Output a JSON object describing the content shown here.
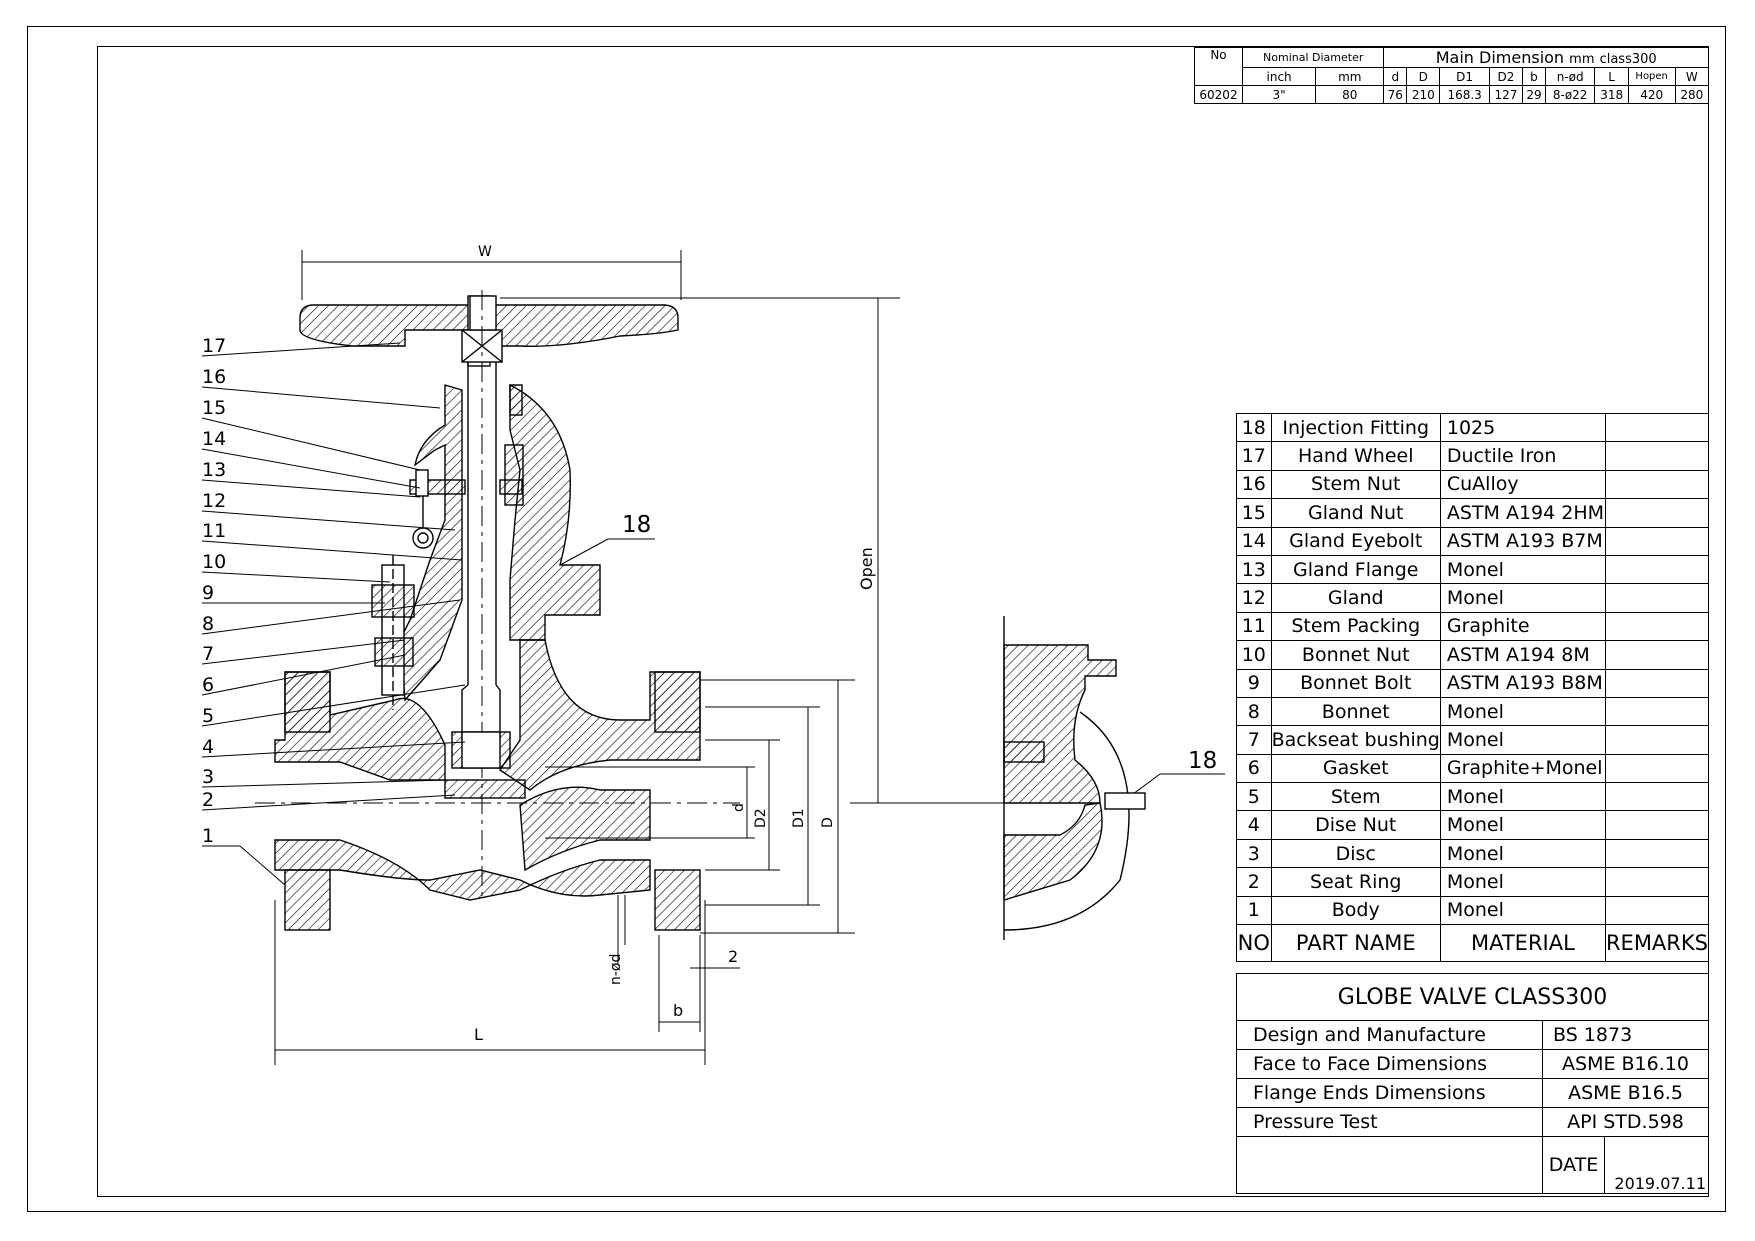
{
  "dimension_table": {
    "headers": {
      "no": "No",
      "nominal_diameter": "Nominal Diameter",
      "main_dimension": "Main Dimension",
      "unit": "mm",
      "class": "class300",
      "inch": "inch",
      "mm": "mm",
      "cols": [
        "d",
        "D",
        "D1",
        "D2",
        "b",
        "n-ød",
        "L",
        "Hopen",
        "W"
      ]
    },
    "row": [
      "60202",
      "3\"",
      "80",
      "76",
      "210",
      "168.3",
      "127",
      "29",
      "8-ø22",
      "318",
      "420",
      "280"
    ]
  },
  "parts_table": {
    "rows": [
      {
        "no": "18",
        "name": "Injection Fitting",
        "material": "1025",
        "remarks": ""
      },
      {
        "no": "17",
        "name": "Hand Wheel",
        "material": "Ductile Iron",
        "remarks": ""
      },
      {
        "no": "16",
        "name": "Stem Nut",
        "material": "CuAlloy",
        "remarks": ""
      },
      {
        "no": "15",
        "name": "Gland Nut",
        "material": "ASTM A194 2HM",
        "remarks": ""
      },
      {
        "no": "14",
        "name": "Gland Eyebolt",
        "material": "ASTM A193 B7M",
        "remarks": ""
      },
      {
        "no": "13",
        "name": "Gland Flange",
        "material": "Monel",
        "remarks": ""
      },
      {
        "no": "12",
        "name": "Gland",
        "material": "Monel",
        "remarks": ""
      },
      {
        "no": "11",
        "name": "Stem Packing",
        "material": "Graphite",
        "remarks": ""
      },
      {
        "no": "10",
        "name": "Bonnet Nut",
        "material": "ASTM A194 8M",
        "remarks": ""
      },
      {
        "no": "9",
        "name": "Bonnet Bolt",
        "material": "ASTM A193 B8M",
        "remarks": ""
      },
      {
        "no": "8",
        "name": "Bonnet",
        "material": "Monel",
        "remarks": ""
      },
      {
        "no": "7",
        "name": "Backseat bushing",
        "material": "Monel",
        "remarks": ""
      },
      {
        "no": "6",
        "name": "Gasket",
        "material": "Graphite+Monel",
        "remarks": ""
      },
      {
        "no": "5",
        "name": "Stem",
        "material": "Monel",
        "remarks": ""
      },
      {
        "no": "4",
        "name": "Dise Nut",
        "material": "Monel",
        "remarks": ""
      },
      {
        "no": "3",
        "name": "Disc",
        "material": "Monel",
        "remarks": ""
      },
      {
        "no": "2",
        "name": "Seat Ring",
        "material": "Monel",
        "remarks": ""
      },
      {
        "no": "1",
        "name": "Body",
        "material": "Monel",
        "remarks": ""
      }
    ],
    "header": {
      "no": "NO",
      "name": "PART NAME",
      "material": "MATERIAL",
      "remarks": "REMARKS"
    }
  },
  "title_block": {
    "title": "GLOBE VALVE CLASS300",
    "rows": [
      {
        "label": "Design and Manufacture",
        "value": "BS 1873"
      },
      {
        "label": "Face to Face Dimensions",
        "value": "ASME B16.10"
      },
      {
        "label": "Flange Ends Dimensions",
        "value": "ASME B16.5"
      },
      {
        "label": "Pressure Test",
        "value": "API STD.598"
      }
    ],
    "date_label": "DATE",
    "date": "2019.07.11"
  },
  "drawing_labels": {
    "callouts": [
      "17",
      "16",
      "15",
      "14",
      "13",
      "12",
      "11",
      "10",
      "9",
      "8",
      "7",
      "6",
      "5",
      "4",
      "3",
      "2",
      "1"
    ],
    "fitting_callout": "18",
    "fitting_callout_side": "18",
    "dims": {
      "W": "W",
      "open": "Open",
      "d": "d",
      "D2": "D2",
      "D1": "D1",
      "D": "D",
      "nd": "n-ød",
      "two": "2",
      "b": "b",
      "L": "L"
    }
  },
  "colors": {
    "line": "#000000",
    "background": "#ffffff"
  }
}
